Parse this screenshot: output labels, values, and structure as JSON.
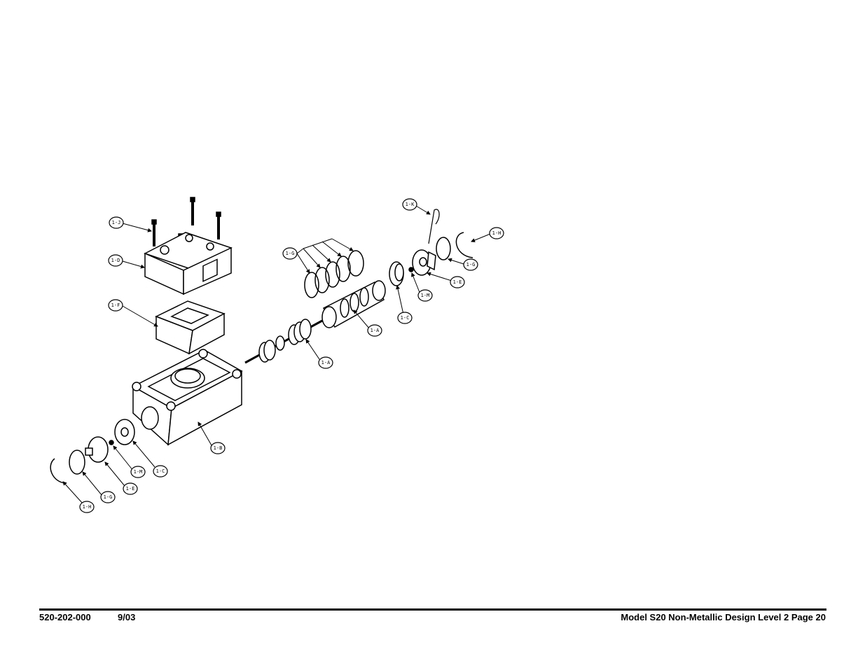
{
  "footer": {
    "doc_number": "520-202-000",
    "date": "9/03",
    "title": "Model S20 Non-Metallic Design Level 2 Page 20"
  },
  "callouts": {
    "j": "1-J",
    "d": "1-D",
    "f": "1-F",
    "b": "1-B",
    "g_rings": "1-G",
    "a_sleeve": "1-A",
    "a_spool": "1-A",
    "k": "1-K",
    "h_right": "1-H",
    "g_right": "1-G",
    "e_right": "1-E",
    "m_right": "1-M",
    "c_right": "1-C",
    "c_left": "1-C",
    "m_left": "1-M",
    "e_left": "1-E",
    "g_left": "1-G",
    "h_left": "1-H"
  }
}
